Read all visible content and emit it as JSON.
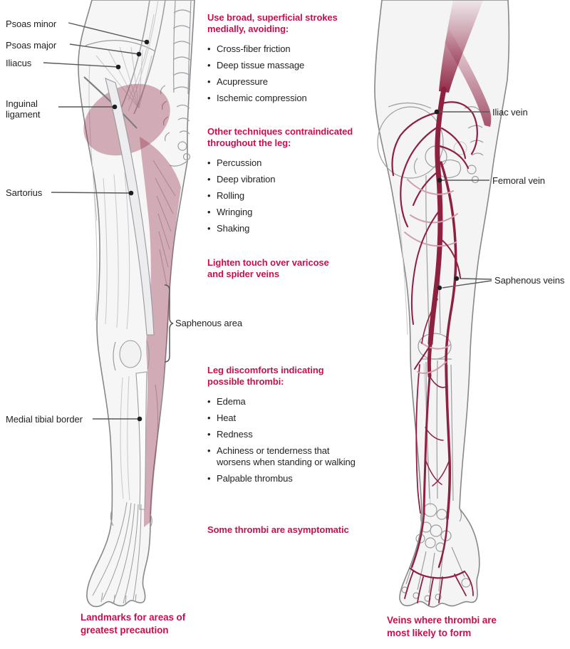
{
  "colors": {
    "accent": "#c8104b",
    "vein": "#8e2040",
    "vein_light": "#d09fac",
    "highlight": "#9a3c52",
    "outline": "#86888b",
    "leader": "#58595b",
    "ink": "#231f20"
  },
  "left_figure": {
    "labels": {
      "psoas_minor": "Psoas minor",
      "psoas_major": "Psoas major",
      "iliacus": "Iliacus",
      "inguinal_ligament": "Inguinal ligament",
      "sartorius": "Sartorius",
      "saphenous_area": "Saphenous area",
      "medial_tibial_border": "Medial tibial border"
    },
    "caption_lines": [
      "Landmarks for areas of",
      "greatest precaution"
    ]
  },
  "guidelines": {
    "sections": [
      {
        "header_lines": [
          "Use broad, superficial strokes",
          "medially, avoiding:"
        ],
        "bullets": [
          "Cross-fiber friction",
          "Deep tissue massage",
          "Acupressure",
          "Ischemic compression"
        ]
      },
      {
        "header_lines": [
          "Other techniques contraindicated",
          "throughout the leg:"
        ],
        "bullets": [
          "Percussion",
          "Deep vibration",
          "Rolling",
          "Wringing",
          "Shaking"
        ]
      },
      {
        "header_lines": [
          "Lighten touch over varicose",
          "and spider veins"
        ],
        "bullets": []
      },
      {
        "header_lines": [
          "Leg discomforts indicating",
          "possible thrombi:"
        ],
        "bullets": [
          "Edema",
          "Heat",
          "Redness",
          "Achiness or tenderness that worsens when standing or walking",
          "Palpable thrombus"
        ]
      },
      {
        "header_lines": [
          "Some thrombi are asymptomatic"
        ],
        "bullets": []
      }
    ]
  },
  "right_figure": {
    "labels": {
      "iliac_vein": "Iliac vein",
      "femoral_vein": "Femoral vein",
      "saphenous_veins": "Saphenous veins"
    },
    "caption_lines": [
      "Veins where thrombi are",
      "most likely to form"
    ]
  }
}
